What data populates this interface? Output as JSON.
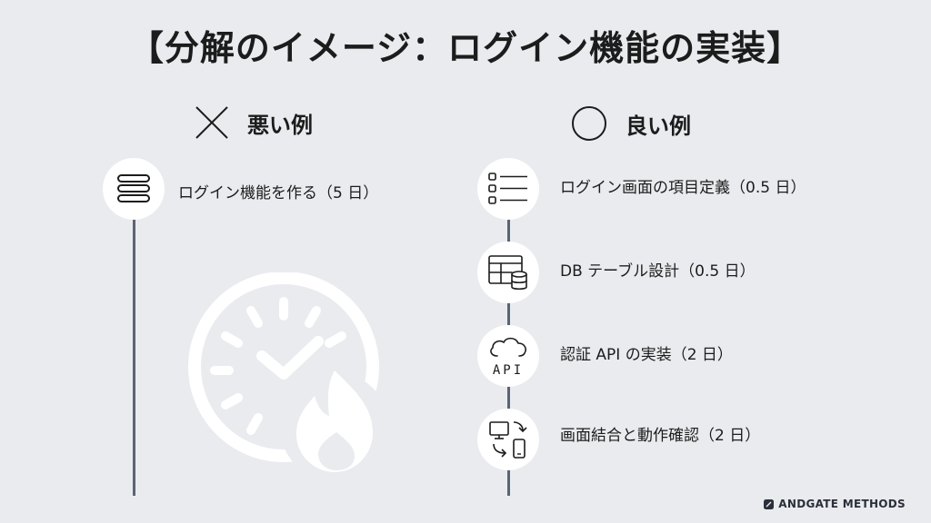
{
  "title": "【分解のイメージ：ログイン機能の実装】",
  "bad_example": {
    "label": "悪い例",
    "mark_icon": "cross-icon",
    "step": {
      "icon": "stack-icon",
      "text": "ログイン機能を作る（5 日）"
    },
    "illustration_icon": "clock-fire-icon"
  },
  "good_example": {
    "label": "良い例",
    "mark_icon": "circle-icon",
    "steps": [
      {
        "icon": "checklist-icon",
        "text": "ログイン画面の項目定義（0.5 日）"
      },
      {
        "icon": "database-table-icon",
        "text": "DB テーブル設計（0.5 日）"
      },
      {
        "icon": "cloud-api-icon",
        "text": "認証 API の実装（2 日）",
        "icon_text": "API"
      },
      {
        "icon": "devices-sync-icon",
        "text": "画面結合と動作確認（2 日）"
      }
    ]
  },
  "brand": {
    "name": "ANDGATE METHODS"
  },
  "colors": {
    "background": "#e9ebee",
    "line": "#5a6478",
    "circle": "#ffffff",
    "text": "#1c1c1c"
  }
}
